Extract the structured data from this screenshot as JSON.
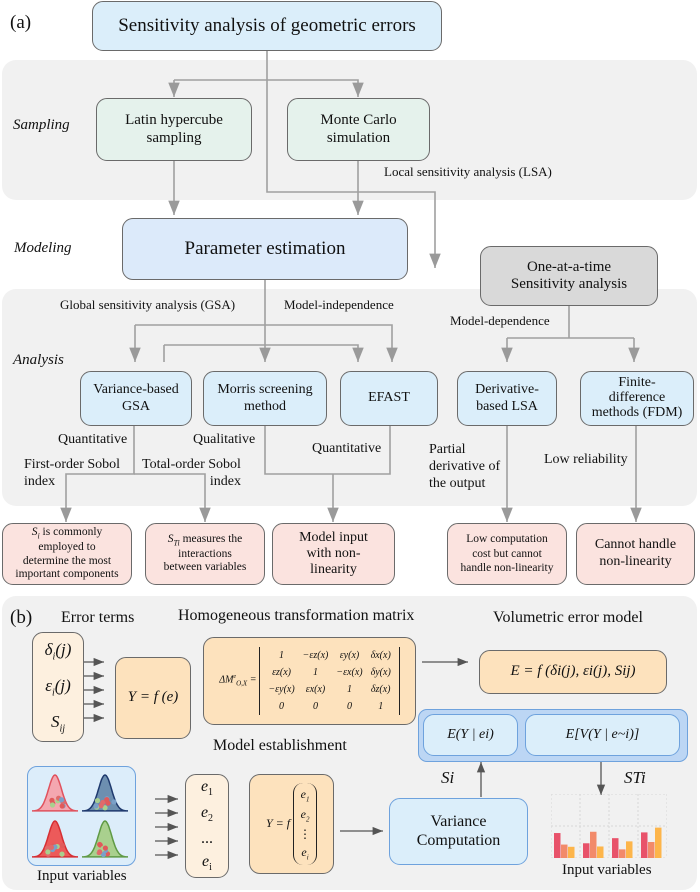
{
  "panel_a": {
    "label": "(a)",
    "title": "Sensitivity analysis of geometric errors",
    "rows": {
      "sampling": "Sampling",
      "modeling": "Modeling",
      "analysis": "Analysis"
    },
    "sampling_boxes": [
      "Latin hypercube sampling",
      "Monte Carlo simulation"
    ],
    "lsa_label": "Local sensitivity analysis (LSA)",
    "parameter_estimation": "Parameter estimation",
    "oat_box": [
      "One-at-a-time",
      "Sensitivity analysis"
    ],
    "gsa_label": "Global sensitivity analysis (GSA)",
    "model_independence": "Model-independence",
    "model_dependence": "Model-dependence",
    "methods": [
      {
        "name": [
          "Variance-based",
          "GSA"
        ]
      },
      {
        "name": [
          "Morris screening",
          "method"
        ]
      },
      {
        "name": [
          "EFAST"
        ]
      },
      {
        "name": [
          "Derivative-",
          "based LSA"
        ]
      },
      {
        "name": [
          "Finite-",
          "difference",
          "methods (FDM)"
        ]
      }
    ],
    "edge_labels": {
      "quantitative_1": "Quantitative",
      "qualitative": "Qualitative",
      "quantitative_2": "Quantitative",
      "first_order": [
        "First-order Sobol",
        "index"
      ],
      "total_order": [
        "Total-order Sobol",
        "index"
      ],
      "partial_derivative": [
        "Partial",
        "derivative of",
        "the output"
      ],
      "low_reliability": "Low reliability"
    },
    "outcomes": [
      {
        "symbol": "S",
        "sub": "i",
        "text": [
          " is commonly",
          "employed to",
          "determine the most",
          "important components"
        ]
      },
      {
        "symbol": "S",
        "sub": "Ti",
        "text": [
          " measures the",
          "interactions",
          "between variables"
        ]
      },
      {
        "text": [
          "Model input",
          "with non-",
          "linearity"
        ]
      },
      {
        "text": [
          "Low computation",
          "cost but cannot",
          "handle non-linearity"
        ]
      },
      {
        "text": [
          "Cannot handle",
          "non-linearity"
        ]
      }
    ]
  },
  "panel_b": {
    "label": "(b)",
    "error_terms_title": "Error terms",
    "error_terms": [
      "δi(j)",
      "εi(j)",
      "Sij"
    ],
    "htm_title": "Homogeneous transformation matrix",
    "y_fe": "Y = f (e)",
    "matrix_lhs": "ΔM",
    "matrix": [
      [
        "1",
        "−εz(x)",
        "εy(x)",
        "δx(x)"
      ],
      [
        "εz(x)",
        "1",
        "−εx(x)",
        "δy(x)"
      ],
      [
        "−εy(x)",
        "εx(x)",
        "1",
        "δz(x)"
      ],
      [
        "0",
        "0",
        "0",
        "1"
      ]
    ],
    "vem_title": "Volumetric error model",
    "vem_formula": "E = f (δi(j), εi(j), Sij)",
    "model_establishment": "Model establishment",
    "expectation_first": "E(Y | ei)",
    "expectation_total": "E[V(Y | e~i)]",
    "si_label": "Si",
    "sti_label": "STi",
    "variance_computation": [
      "Variance",
      "Computation"
    ],
    "input_variables_left": "Input variables",
    "input_variables_right": "Input variables",
    "e_vector": [
      "e1",
      "e2",
      "...",
      "ei"
    ],
    "y_vec_lhs": "Y = f",
    "y_vec": [
      "e1",
      "e2",
      "⋮",
      "ei"
    ],
    "distributions": [
      {
        "name": "dist-1",
        "color": "#e0525e",
        "fill": "#f4a7b0"
      },
      {
        "name": "dist-2",
        "color": "#1f3a6e",
        "fill": "#6d8fb0"
      },
      {
        "name": "dist-3",
        "color": "#d62f33",
        "fill": "#ec5a5a"
      },
      {
        "name": "dist-4",
        "color": "#5f9a45",
        "fill": "#a9d08e"
      }
    ],
    "bar_chart": {
      "groups": 4,
      "series_colors": [
        "#e8526a",
        "#f28a6a",
        "#fdb54a"
      ],
      "values": [
        [
          0.78,
          0.42,
          0.35
        ],
        [
          0.46,
          0.82,
          0.36
        ],
        [
          0.62,
          0.27,
          0.52
        ],
        [
          0.8,
          0.5,
          0.95
        ]
      ]
    }
  }
}
